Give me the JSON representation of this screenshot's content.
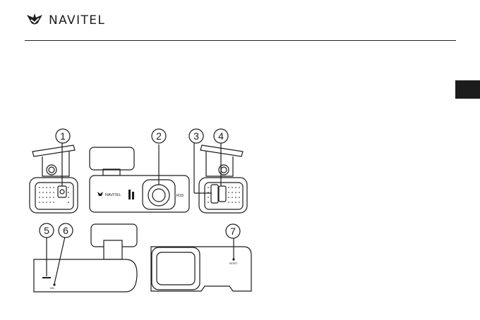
{
  "header": {
    "brand": "NAVITEL",
    "logo_icon": "navitel-bird-logo"
  },
  "figure": {
    "device_brand": "NAVITEL",
    "model": "R33",
    "callouts": [
      "1",
      "2",
      "3",
      "4",
      "5",
      "6",
      "7"
    ],
    "mic_label": "MIC",
    "reset_label": "RESET"
  },
  "colors": {
    "ink": "#1a1a1a",
    "tab": "#1c1c1c",
    "background": "#ffffff"
  }
}
